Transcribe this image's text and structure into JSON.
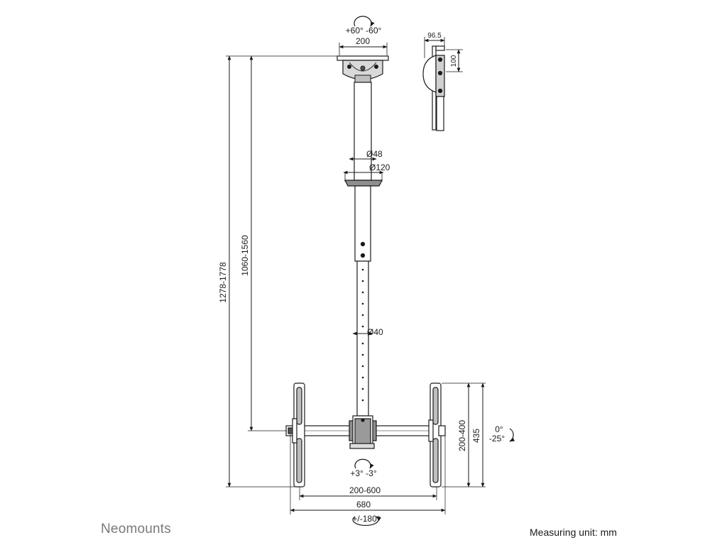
{
  "brand": "Neomounts",
  "measuring_unit": "Measuring unit: mm",
  "dimensions": {
    "top_swivel": "+60° -60°",
    "plate_width": "200",
    "bracket_depth": "96.5",
    "bracket_height": "100",
    "pole_upper_diameter": "Ø48",
    "collar_diameter": "Ø120",
    "pole_lower_diameter": "Ø40",
    "total_height": "1278-1778",
    "pole_height": "1060-1560",
    "vesa_vertical": "200-400",
    "plate_height": "435",
    "tilt": "0°",
    "tilt_neg": "-25°",
    "roll": "+3° -3°",
    "vesa_horizontal": "200-600",
    "total_width": "680",
    "rotation": "+/-180°"
  }
}
